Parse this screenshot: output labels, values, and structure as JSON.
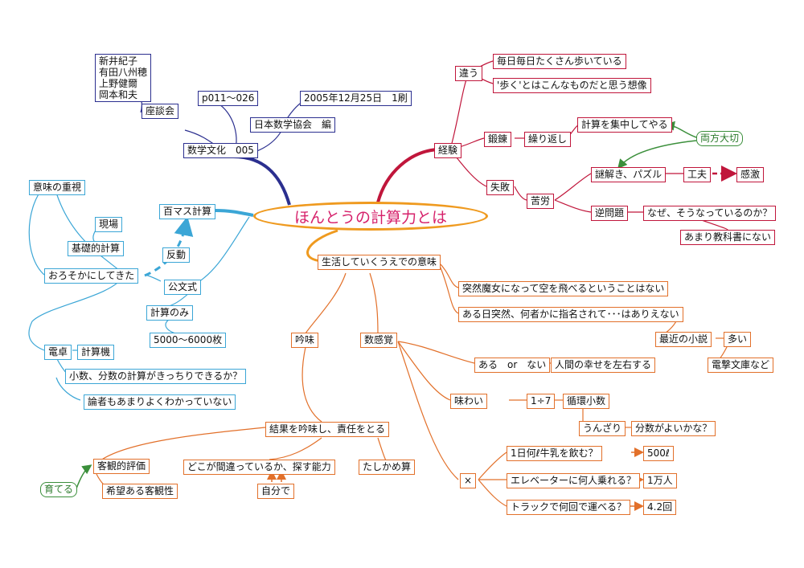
{
  "central": "ほんとうの計算力とは",
  "source": {
    "authors": "新井紀子\n有田八州穂\n上野健爾\n岡本和夫",
    "zadankai": "座談会",
    "pages": "p011～026",
    "date": "2005年12月25日　1刷",
    "publisher": "日本数学協会　編",
    "book": "数学文化　005"
  },
  "experience": {
    "root": "経験",
    "chigau": "違う",
    "chigau1": "毎日毎日たくさん歩いている",
    "chigau2": "'歩く'とはこんなものだと思う想像",
    "tanren": "鍛錬",
    "kurikaeshi": "繰り返し",
    "shuchu": "計算を集中してやる",
    "ryoho": "両方大切",
    "shippai": "失敗",
    "kuro": "苦労",
    "nazotoki": "謎解き、パズル",
    "kufu": "工夫",
    "kangeki": "感激",
    "gyaku": "逆問題",
    "naze": "なぜ、そうなっているのか？",
    "kyokasho": "あまり教科書にない"
  },
  "left": {
    "hyakumasu": "百マス計算",
    "imi": "意味の重視",
    "genba": "現場",
    "kiso": "基礎的計算",
    "orosoka": "おろそかにしてきた",
    "hando": "反動",
    "kumon": "公文式",
    "keisannomi": "計算のみ",
    "mai": "5000～6000枚",
    "dentaku": "電卓",
    "keisanki": "計算機",
    "shosu": "小数、分数の計算がきっちりできるか？",
    "ronsha": "論者もあまりよくわかっていない"
  },
  "life": {
    "root": "生活していくうえでの意味",
    "majo": "突然魔女になって空を飛べるということはない",
    "shimei": "ある日突然、何者かに指名されて･･･はありえない",
    "shosetsu": "最近の小説",
    "oi": "多い",
    "dengeki": "電撃文庫など",
    "ginmi": "吟味",
    "sukankaku": "数感覚",
    "aru": "ある　or　ない",
    "shiawase": "人間の幸せを左右する",
    "ajiwai": "味わい",
    "div": "1÷7",
    "junkan": "循環小数",
    "unzari": "うんざり",
    "bunsu": "分数がよいかな？",
    "batsu": "×",
    "gyunyu": "1日何ℓ牛乳を飲む？",
    "gyunyu_a": "500ℓ",
    "elevator": "エレベーターに何人乗れる？",
    "elevator_a": "1万人",
    "truck": "トラックで何回で運べる？",
    "truck_a": "4.2回",
    "kekka": "結果を吟味し、責任をとる",
    "kyakkan": "客観的評価",
    "kibou": "希望ある客観性",
    "sodateru": "育てる",
    "doko": "どこが間違っているか、探す能力",
    "jibun": "自分で",
    "tashikame": "たしかめ算"
  },
  "colors": {
    "navy": "#2b2f8f",
    "red": "#c0163b",
    "blue": "#3ba6d6",
    "orange": "#e2702a",
    "green": "#3b8f3b",
    "central_border": "#ef9a1f",
    "central_text": "#d6206a"
  }
}
